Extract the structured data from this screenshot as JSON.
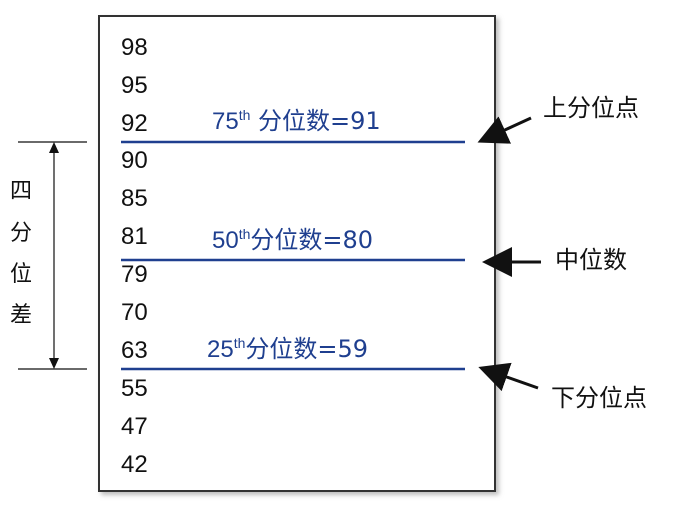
{
  "values": [
    "98",
    "95",
    "92",
    "90",
    "85",
    "81",
    "79",
    "70",
    "63",
    "55",
    "47",
    "42"
  ],
  "markers": [
    {
      "number": "75",
      "superscript": "th",
      "text": " 分位数=91",
      "side_label": "上分位点"
    },
    {
      "number": "50",
      "superscript": "th",
      "text": "分位数=80",
      "side_label": "中位数"
    },
    {
      "number": "25",
      "superscript": "th",
      "text": "分位数=59",
      "side_label": "下分位点"
    }
  ],
  "range_label": [
    "四",
    "分",
    "位",
    "差"
  ],
  "colors": {
    "marker_line": "#1f3f8f",
    "box_border": "#333333",
    "text": "#111111"
  }
}
